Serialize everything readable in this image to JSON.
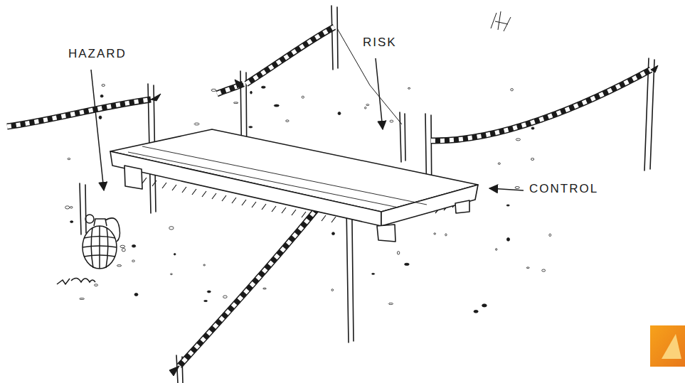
{
  "diagram": {
    "labels": [
      "HAZARD",
      "RISK",
      "CONTROL"
    ]
  }
}
